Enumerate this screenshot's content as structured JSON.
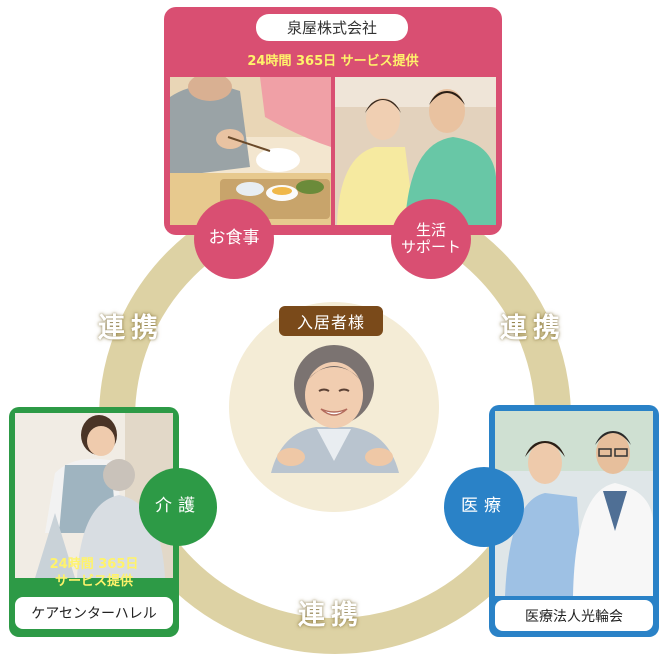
{
  "center": {
    "label": "入居者様"
  },
  "links": {
    "top_left": "連携",
    "top_right": "連携",
    "bottom": "連携"
  },
  "top_card": {
    "company": "泉屋株式会社",
    "service": "24時間 365日 サービス提供",
    "badges": {
      "meal": "お食事",
      "support_line1": "生活",
      "support_line2": "サポート"
    }
  },
  "left_card": {
    "service_line1": "24時間 365日",
    "service_line2": "サービス提供",
    "name": "ケアセンターハレル",
    "badge": "介護"
  },
  "right_card": {
    "name": "医療法人光輪会",
    "badge": "医療"
  },
  "colors": {
    "ring": "#ddd2a4",
    "top_card": "#d94f72",
    "left_card": "#2d9a46",
    "right_card": "#2a82c7",
    "center_badge": "#7a4a1a",
    "yellow_text": "#fff36b"
  }
}
